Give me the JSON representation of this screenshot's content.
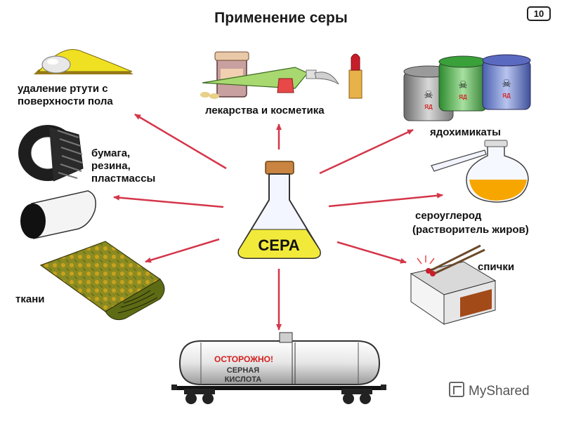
{
  "title": "Применение серы",
  "page_number": "10",
  "center": {
    "label": "СЕРА"
  },
  "uses": {
    "mercury": "удаление ртути с поверхности пола",
    "mercury_line1": "удаление ртути с",
    "mercury_line2": "поверхности пола",
    "medicine": "лекарства и косметика",
    "pesticides": "ядохимикаты",
    "paper_line1": "бумага,",
    "paper_line2": "резина,",
    "paper_line3": "пластмассы",
    "carbon_disulfide_line1": "сероуглерод",
    "carbon_disulfide_line2": "(растворитель жиров)",
    "matches": "спички",
    "fabrics": "ткани"
  },
  "tank": {
    "warning": "ОСТОРОЖНО!",
    "line1": "СЕРНАЯ",
    "line2": "КИСЛОТА"
  },
  "can_label": "ЯД",
  "watermark": "MyShared",
  "colors": {
    "arrow": "#d4364a",
    "sulfur_yellow": "#f2ea3a",
    "warning_red": "#d42020"
  }
}
